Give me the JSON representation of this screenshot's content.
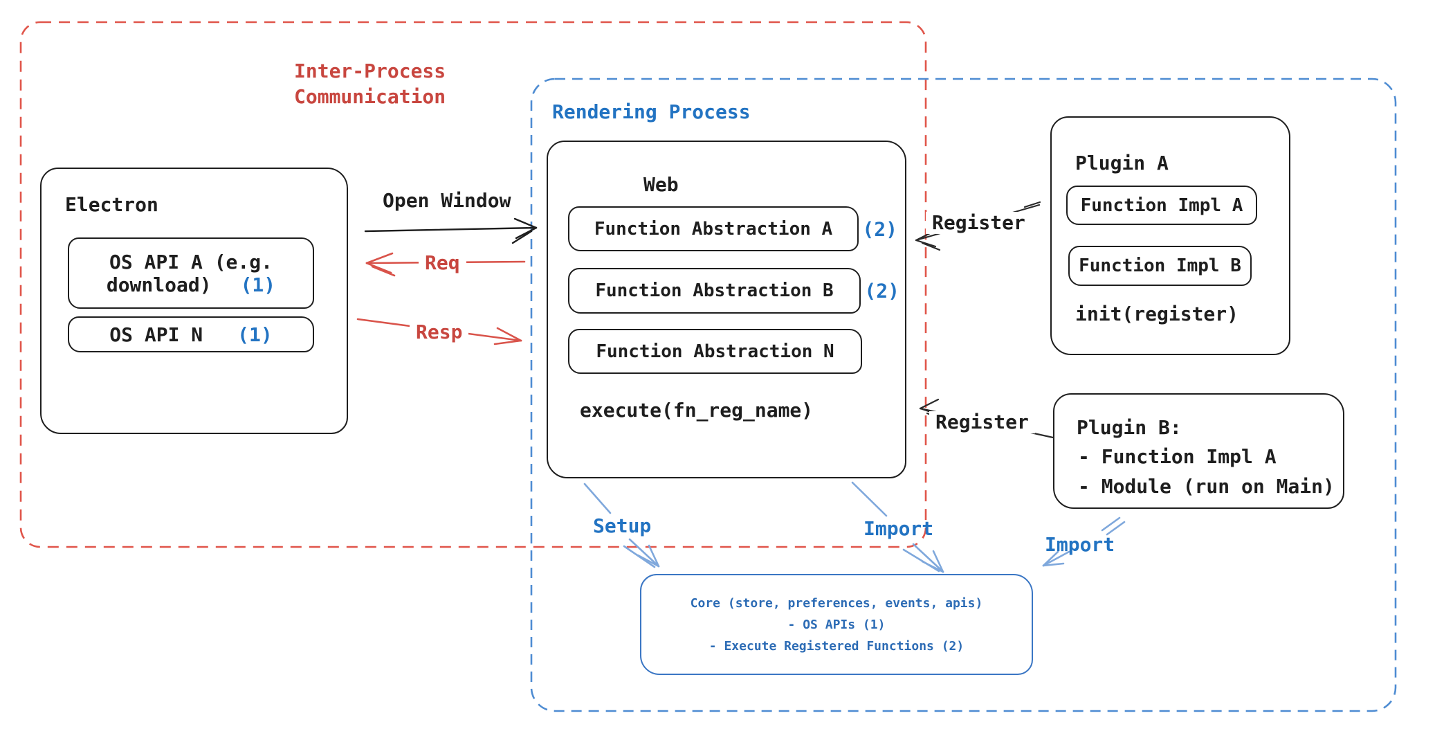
{
  "diagram_title": "Electron plugin architecture diagram",
  "colors": {
    "text_black": "#1e1e1e",
    "text_red": "#c8463f",
    "dash_red": "#e0554a",
    "text_blue": "#2273c2",
    "dash_blue": "#4e8cd2",
    "arrow_light_blue": "#7fa8dc",
    "core_border": "#3a76c4",
    "core_text": "#2d6cb5"
  },
  "ipc_region": {
    "label_line1": "Inter-Process",
    "label_line2": "Communication"
  },
  "rendering_region": {
    "label": "Rendering Process"
  },
  "electron": {
    "title": "Electron",
    "os_api_a_line1": "OS API A (e.g.",
    "os_api_a_line2": "download)",
    "os_api_a_badge": "(1)",
    "os_api_n_label": "OS API N",
    "os_api_n_badge": "(1)"
  },
  "web": {
    "title": "Web",
    "fa_a": "Function Abstraction A",
    "fa_a_badge": "(2)",
    "fa_b": "Function Abstraction B",
    "fa_b_badge": "(2)",
    "fa_n": "Function Abstraction N",
    "execute": "execute(fn_reg_name)"
  },
  "plugin_a": {
    "title": "Plugin A",
    "impl_a": "Function Impl A",
    "impl_b": "Function Impl B",
    "init": "init(register)"
  },
  "plugin_b": {
    "title": "Plugin B:",
    "item1": "- Function Impl A",
    "item2": "- Module (run on Main)"
  },
  "core": {
    "line1": "Core (store, preferences, events, apis)",
    "line2": "- OS APIs (1)",
    "line3": "- Execute Registered Functions (2)"
  },
  "arrows": {
    "open_window": "Open Window",
    "req": "Req",
    "resp": "Resp",
    "register_a": "Register",
    "register_b": "Register",
    "setup": "Setup",
    "import_web": "Import",
    "import_plugin": "Import"
  }
}
